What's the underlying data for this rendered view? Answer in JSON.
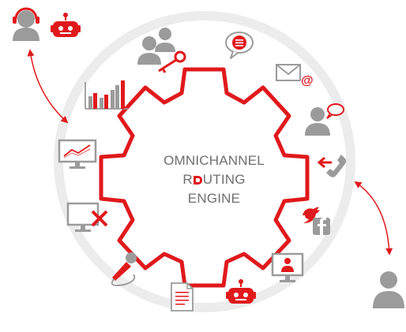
{
  "engine": {
    "line1": "OMNICHANNEL",
    "line2_prefix": "R",
    "line2_rest": "UTING",
    "line3": "ENGINE"
  },
  "colors": {
    "accent": "#e0191c",
    "gray": "#9b9b9b",
    "ring": "#ececec",
    "text": "#6f6f6f"
  },
  "icons": [
    "agent-headset-icon",
    "bot-icon",
    "customer-icon",
    "users-key-icon",
    "chat-bubble-icon",
    "email-icon",
    "person-chat-icon",
    "phone-callback-icon",
    "twitter-facebook-icon",
    "video-agent-icon",
    "bot-icon",
    "document-icon",
    "microphone-icon",
    "monitor-offline-icon",
    "monitor-analytics-icon",
    "bar-chart-icon"
  ]
}
